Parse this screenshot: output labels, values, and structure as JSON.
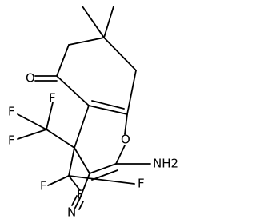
{
  "structure": {
    "atom_labels": {
      "oxygen_ketone": "O",
      "oxygen_ring": "O",
      "amino": "NH2",
      "nitrile_nitrogen": "N",
      "f1": "F",
      "f2": "F",
      "f3": "F",
      "f4": "F",
      "f5": "F",
      "f6": "F"
    }
  }
}
